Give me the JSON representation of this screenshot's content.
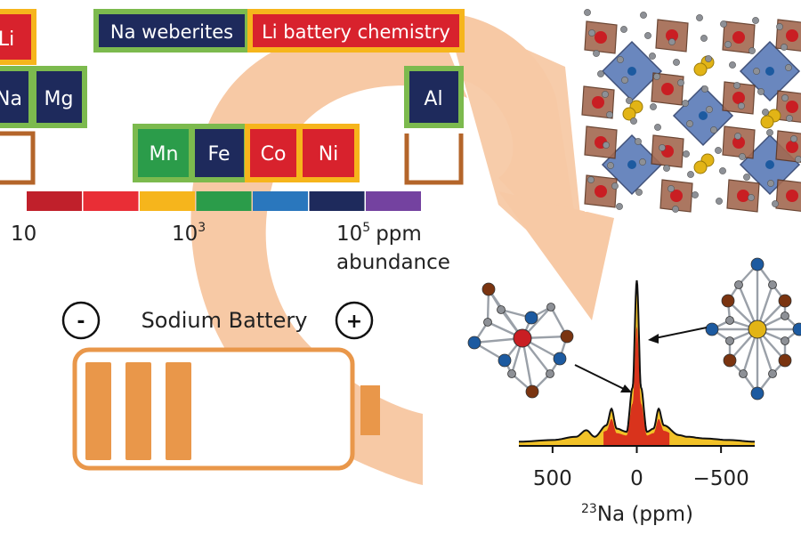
{
  "legend": {
    "na_weberites": "Na weberites",
    "li_battery_chemistry": "Li battery chemistry",
    "colors": {
      "na_weberites": "#7cba4e",
      "li_battery_chemistry": "#f6b51c"
    }
  },
  "elements": [
    {
      "symbol": "Li",
      "fill": "#d8222d",
      "border": "#f6b51c"
    },
    {
      "symbol": "Na",
      "fill": "#1e2a5c",
      "border": "#7cba4e"
    },
    {
      "symbol": "Mg",
      "fill": "#1e2a5c",
      "border": "#7cba4e"
    },
    {
      "symbol": "Al",
      "fill": "#1e2a5c",
      "border": "#7cba4e"
    },
    {
      "symbol": "Mn",
      "fill": "#2b9c4a",
      "border": "#7cba4e"
    },
    {
      "symbol": "Fe",
      "fill": "#1e2a5c",
      "border": "#7cba4e"
    },
    {
      "symbol": "Co",
      "fill": "#d8222d",
      "border": "#f6b51c"
    },
    {
      "symbol": "Ni",
      "fill": "#d8222d",
      "border": "#f6b51c"
    }
  ],
  "abundance_scale": {
    "colors": [
      "#c0202b",
      "#e92e36",
      "#f6b51c",
      "#2b9c4a",
      "#2a77bd",
      "#1e2a5c",
      "#7442a0"
    ],
    "tick_10": "10",
    "tick_1e3_base": "10",
    "tick_1e3_exp": "3",
    "tick_1e5_base": "10",
    "tick_1e5_exp": "5",
    "tick_1e5_unit": "ppm",
    "caption": "abundance"
  },
  "battery": {
    "label": "Sodium Battery",
    "negative": "-",
    "positive": "+",
    "color": "#e9974a",
    "cells": 3
  },
  "chart_data": {
    "type": "line",
    "title": "",
    "xlabel_sup": "23",
    "xlabel": "Na (ppm)",
    "x_reversed": true,
    "xlim": [
      700,
      -700
    ],
    "xticks": [
      "500",
      "0",
      "−500"
    ],
    "xtick_values": [
      500,
      0,
      -500
    ],
    "series": [
      {
        "x": [
          700,
          500,
          360,
          300,
          250,
          180,
          150,
          120,
          60,
          25,
          0,
          -25,
          -60,
          -100,
          -130,
          -160,
          -250,
          -300,
          -400,
          -550,
          -700
        ],
        "y": [
          0.02,
          0.03,
          0.05,
          0.09,
          0.05,
          0.12,
          0.22,
          0.1,
          0.08,
          0.35,
          1.0,
          0.35,
          0.08,
          0.1,
          0.22,
          0.12,
          0.06,
          0.05,
          0.04,
          0.03,
          0.02
        ]
      }
    ],
    "colors": {
      "line": "#111111",
      "fill_outer": "#f2c228",
      "fill_inner": "#d9331c"
    }
  },
  "colors": {
    "arrow": "#f7c9a5",
    "group_box": "#b4652a",
    "atom_red": "#c91e23",
    "atom_blue": "#1c5aa0",
    "atom_brown": "#7a3410",
    "atom_gold": "#e2b416",
    "atom_grey": "#8d9096",
    "octa_blue": "#5a7bb7",
    "octa_brown": "#a36950"
  }
}
